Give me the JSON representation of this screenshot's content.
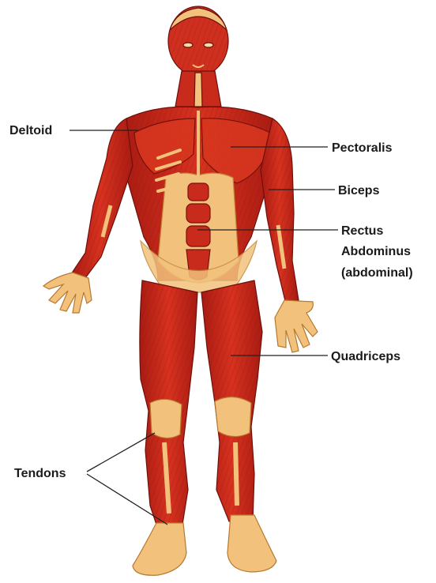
{
  "labels": {
    "deltoid": "Deltoid",
    "pectoralis": "Pectoralis",
    "biceps": "Biceps",
    "rectus_line1": "Rectus",
    "rectus_line2": "Abdominus",
    "rectus_line3": "(abdominal)",
    "quadriceps": "Quadriceps",
    "tendons": "Tendons"
  },
  "colors": {
    "muscle": "#cc2a1e",
    "muscle_dark": "#8e140f",
    "muscle_light": "#e0452e",
    "tendon": "#f2c27c",
    "tendon_light": "#f8dca6",
    "leader_line": "#222222"
  }
}
